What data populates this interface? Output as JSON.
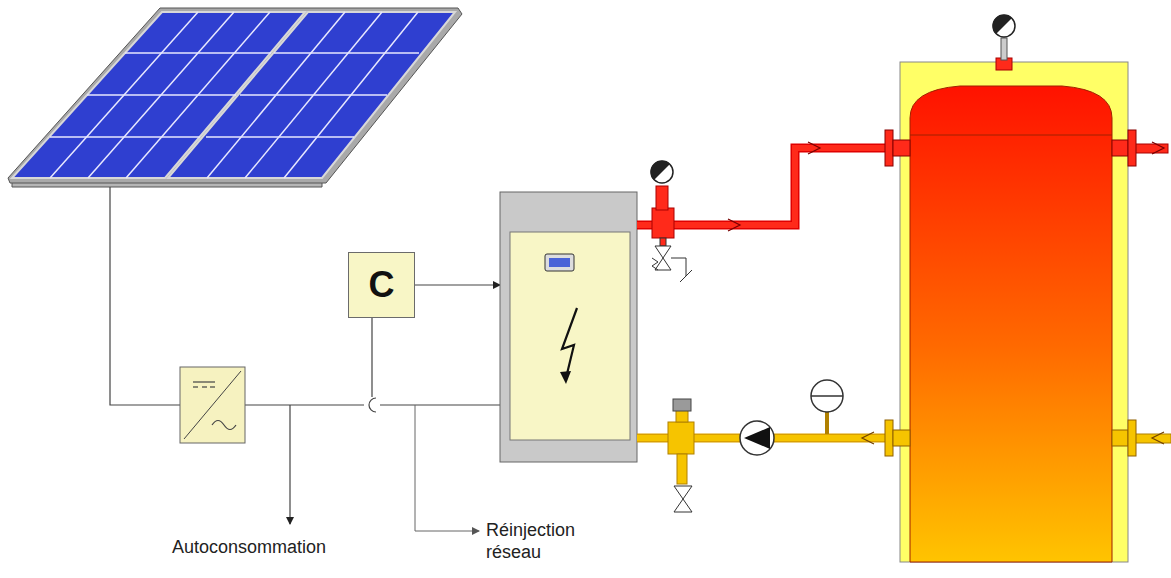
{
  "diagram": {
    "nodes": [
      {
        "text": [
          "C"
        ]
      }
    ],
    "labels": [
      "Autoconsommation",
      "Réinjection réseau"
    ]
  }
}
